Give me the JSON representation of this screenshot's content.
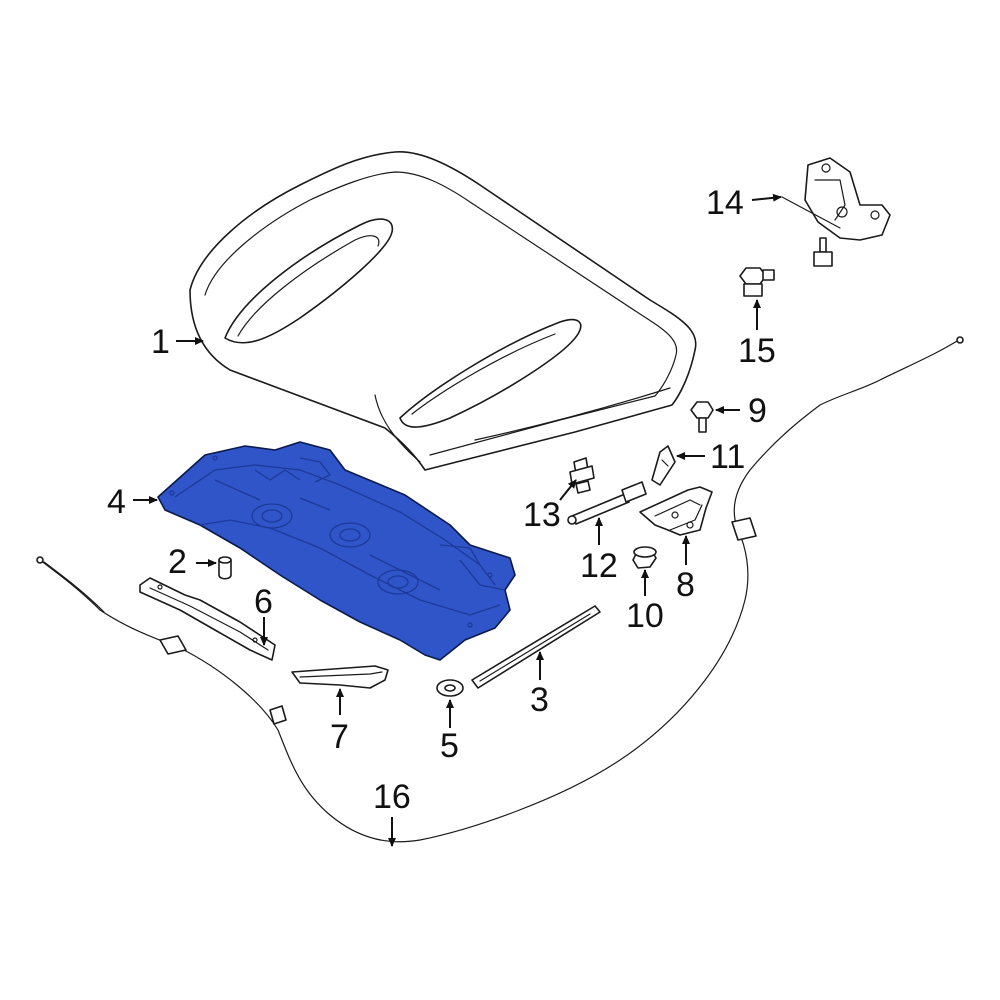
{
  "colors": {
    "highlight": "#2f55c8",
    "highlight_dark": "#1d3a99",
    "line": "#1a1a1a",
    "background": "#ffffff"
  },
  "highlighted_part": "4",
  "callouts": [
    {
      "id": "c1",
      "label": "1"
    },
    {
      "id": "c2",
      "label": "2"
    },
    {
      "id": "c3",
      "label": "3"
    },
    {
      "id": "c4",
      "label": "4"
    },
    {
      "id": "c5",
      "label": "5"
    },
    {
      "id": "c6",
      "label": "6"
    },
    {
      "id": "c7",
      "label": "7"
    },
    {
      "id": "c8",
      "label": "8"
    },
    {
      "id": "c9",
      "label": "9"
    },
    {
      "id": "c10",
      "label": "10"
    },
    {
      "id": "c11",
      "label": "11"
    },
    {
      "id": "c12",
      "label": "12"
    },
    {
      "id": "c13",
      "label": "13"
    },
    {
      "id": "c14",
      "label": "14"
    },
    {
      "id": "c15",
      "label": "15"
    },
    {
      "id": "c16",
      "label": "16"
    }
  ]
}
